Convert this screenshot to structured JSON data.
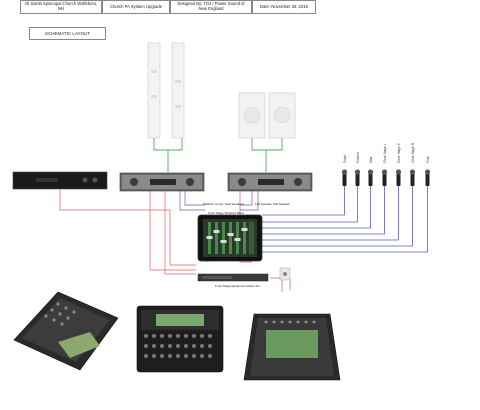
{
  "title_block": {
    "venue": "All Saints Episcopal Church Wolfeboro, NH",
    "project": "Church PA System Upgrade",
    "designer": "Designed By: TOJ / Power Sound of New England",
    "date": "Date: November 25, 2016"
  },
  "layout_label": "SCHEMATIC LAYOUT",
  "amp_label_left": "Platform Comp. Seal Speakers",
  "amp_label_right": "Left Speaker Call Speaker",
  "mixer_label": "Front Stage Wireless Mixer",
  "router_label": "Front Stage Equipment Rack Unit",
  "mics": [
    "Pulpit",
    "Podium",
    "Altar",
    "Choir Stage L",
    "Choir Stage C",
    "Choir Stage R",
    "Font"
  ],
  "colors": {
    "audio_line": "#e06060",
    "mic_line": "#5a5ad0",
    "speaker_line": "#4caf50",
    "control_line": "#7a5ab0"
  }
}
